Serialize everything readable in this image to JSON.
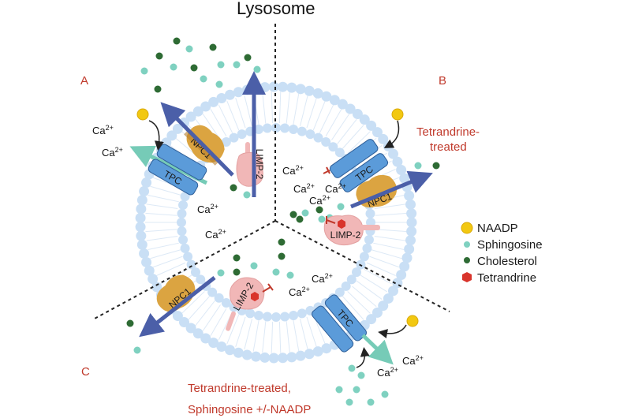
{
  "title": "Lysosome",
  "panels": {
    "A": {
      "label": "A"
    },
    "B": {
      "label": "B",
      "condition": [
        "Tetrandrine-",
        "treated"
      ]
    },
    "C": {
      "label": "C",
      "condition": [
        "Tetrandrine-treated,",
        "Sphingosine +/-NAADP"
      ]
    }
  },
  "ion": {
    "base": "Ca",
    "charge": "2+"
  },
  "proteins": {
    "tpc": "TPC",
    "npc1": "NPC1",
    "limp2": "LIMP-2"
  },
  "legend": [
    {
      "label": "NAADP",
      "icon": "naadp-dot",
      "color": "#f2c811"
    },
    {
      "label": "Sphingosine",
      "icon": "sphingosine-dot",
      "color": "#7fd1c0"
    },
    {
      "label": "Cholesterol",
      "icon": "cholesterol-dot",
      "color": "#2e6b34"
    },
    {
      "label": "Tetrandrine",
      "icon": "tetrandrine-hexagon",
      "color": "#d9342b"
    }
  ],
  "colors": {
    "membrane": "#c9dff5",
    "tpc": "#5b9bd9",
    "npc1": "#dba441",
    "limp2": "#f1b7b7",
    "arrow_blue": "#4b5fa8",
    "arrow_teal": "#76cbb7",
    "panel_text": "#c0392b"
  }
}
